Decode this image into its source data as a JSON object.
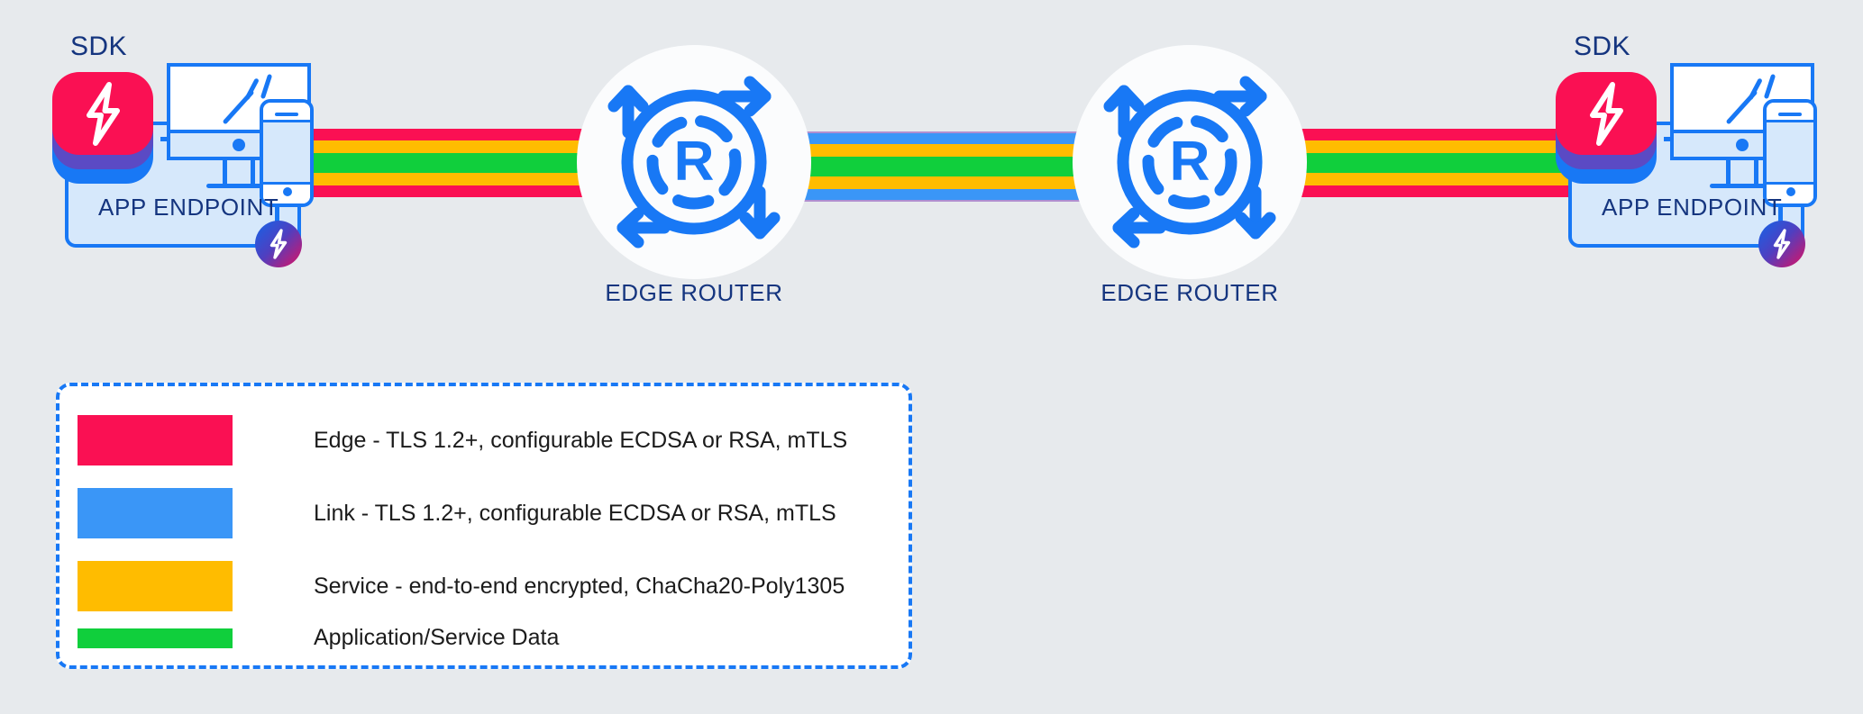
{
  "page": {
    "background_color": "#e7eaed",
    "title": "End-to-end encryption data path"
  },
  "palette": {
    "edge_red": "#FA1053",
    "link_blue": "#3A96F7",
    "service_orange": "#FFBC00",
    "app_green": "#10CF3C",
    "brand_blue": "#1878F5",
    "label_navy": "#15357F",
    "endpoint_fill": "#D6E8FB",
    "sdk_purple": "#5B4AC4",
    "router_circle": "#FBFCFD"
  },
  "endpoints": [
    {
      "id": "left",
      "sdk_label": "SDK",
      "box_label": "APP ENDPOINT",
      "icons": {
        "sdk": "sdk-stack-icon",
        "monitor": "desktop-monitor-icon",
        "phone": "mobile-phone-icon",
        "badge": "ziti-bolt-badge-icon"
      }
    },
    {
      "id": "right",
      "sdk_label": "SDK",
      "box_label": "APP ENDPOINT",
      "icons": {
        "sdk": "sdk-stack-icon",
        "monitor": "desktop-monitor-icon",
        "phone": "mobile-phone-icon",
        "badge": "ziti-bolt-badge-icon"
      }
    }
  ],
  "routers": [
    {
      "id": "router-left",
      "label": "EDGE ROUTER",
      "icon": "router-arrows-icon"
    },
    {
      "id": "router-right",
      "label": "EDGE ROUTER",
      "icon": "router-arrows-icon"
    }
  ],
  "pipes": [
    {
      "id": "pipe-endpoint-to-router-left",
      "segment": "edge",
      "bands": [
        "edge_red",
        "service_orange",
        "app_green",
        "service_orange",
        "edge_red"
      ]
    },
    {
      "id": "pipe-router-to-router",
      "segment": "link",
      "bands": [
        "link_blue",
        "service_orange",
        "app_green",
        "service_orange",
        "link_blue"
      ]
    },
    {
      "id": "pipe-router-to-endpoint-right",
      "segment": "edge",
      "bands": [
        "edge_red",
        "service_orange",
        "app_green",
        "service_orange",
        "edge_red"
      ]
    }
  ],
  "legend": {
    "items": [
      {
        "color": "#FA1053",
        "label": "Edge - TLS 1.2+, configurable ECDSA or RSA, mTLS"
      },
      {
        "color": "#3A96F7",
        "label": "Link - TLS 1.2+, configurable ECDSA or RSA, mTLS"
      },
      {
        "color": "#FFBC00",
        "label": "Service - end-to-end encrypted, ChaCha20-Poly1305"
      },
      {
        "color": "#10CF3C",
        "label": "Application/Service Data"
      }
    ]
  }
}
